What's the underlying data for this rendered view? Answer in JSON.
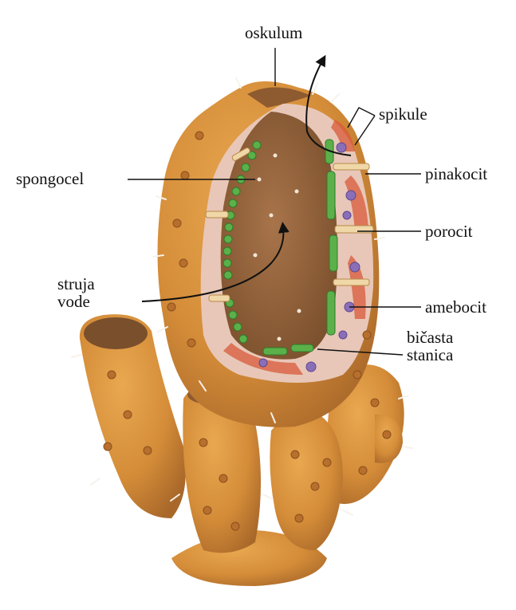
{
  "labels": {
    "oskulum": "oskulum",
    "spikule": "spikule",
    "spongocel": "spongocel",
    "pinakocit": "pinakocit",
    "porocit": "porocit",
    "struja": "struja",
    "vode": "vode",
    "amebocit": "amebocit",
    "bicasta": "bičasta",
    "stanica": "stanica"
  },
  "colors": {
    "sponge_body": "#d9923a",
    "sponge_shadow": "#b9722a",
    "cavity": "#9c6a3e",
    "choanocyte_green": "#5bb04a",
    "amoebocyte_purple": "#8a6fb8",
    "mesohyl_red": "#d85a3a"
  }
}
